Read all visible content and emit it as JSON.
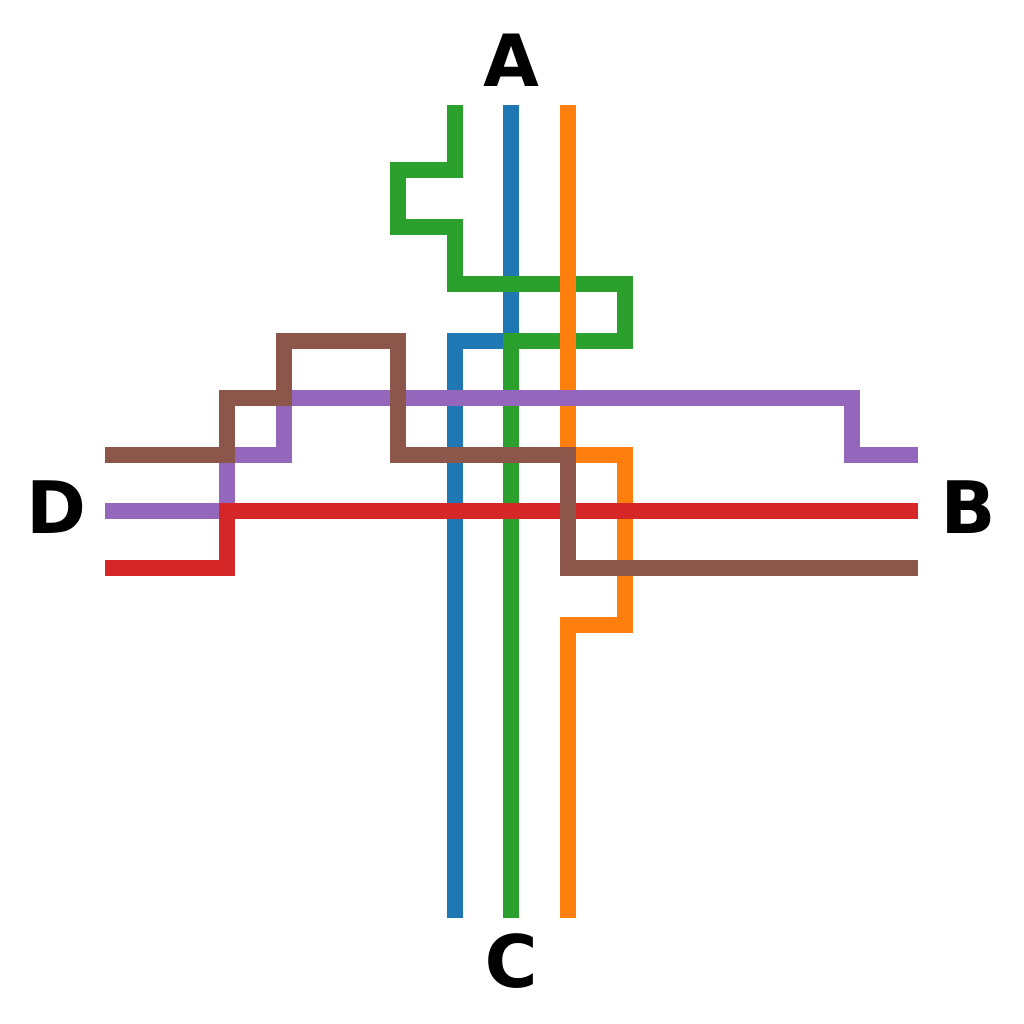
{
  "terminals": {
    "top": "A",
    "right": "B",
    "bottom": "C",
    "left": "D"
  },
  "routes": [
    {
      "id": "blue",
      "color": "#1f77b4",
      "from": "A",
      "to": "C"
    },
    {
      "id": "green",
      "color": "#2ca02c",
      "from": "A",
      "to": "C"
    },
    {
      "id": "orange",
      "color": "#ff7f0e",
      "from": "A",
      "to": "C"
    },
    {
      "id": "purple",
      "color": "#9467bd",
      "from": "D",
      "to": "B"
    },
    {
      "id": "red",
      "color": "#d62728",
      "from": "D",
      "to": "B"
    },
    {
      "id": "brown",
      "color": "#8c564b",
      "from": "D",
      "to": "B"
    }
  ]
}
